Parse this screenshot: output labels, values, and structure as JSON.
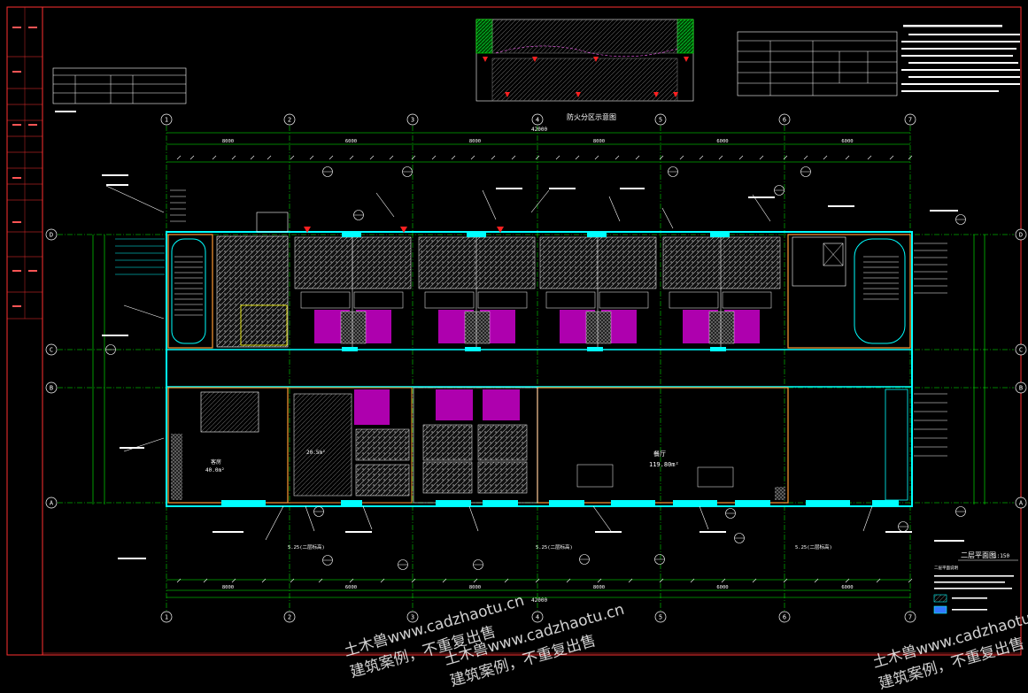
{
  "drawing": {
    "title": "防火分区示意图",
    "plan_title": "二层平面图",
    "plan_scale": "1:150",
    "grid_columns": [
      "1",
      "2",
      "3",
      "4",
      "5",
      "6",
      "7"
    ],
    "grid_rows": [
      "D",
      "C",
      "B",
      "A"
    ],
    "dimensions_top_total": "42000",
    "dimensions_bottom_total": "42000",
    "bays": [
      "8000",
      "6000",
      "8000",
      "8000",
      "6000",
      "6000"
    ],
    "rooms": {
      "big_room_label": "餐厅",
      "big_room_area": "119.80m²",
      "small_room_label": "客房",
      "left_room_area": "40.0m²",
      "middle_room_area": "20.5m²"
    },
    "levels": [
      "5.25(二层标高)",
      "5.25(二层标高)",
      "5.25(二层标高)"
    ],
    "notes_header": "二层平面说明"
  },
  "watermarks": [
    {
      "line1": "土木兽www.cadzhaotu.cn",
      "line2": "建筑案例，不重复出售"
    },
    {
      "line1": "土木兽www.cadzhaotu.cn",
      "line2": "建筑案例，不重复出售"
    },
    {
      "line1": "土木兽www.cadzhaotu.cn",
      "line2": "建筑案例，不重复出售"
    }
  ],
  "colors": {
    "axis": "#00ff00",
    "wall": "#00ffff",
    "hatch": "#ffffff",
    "magenta": "#ff00ff",
    "orange": "#ff9933",
    "red": "#ff2020",
    "yellow": "#ffff00"
  }
}
